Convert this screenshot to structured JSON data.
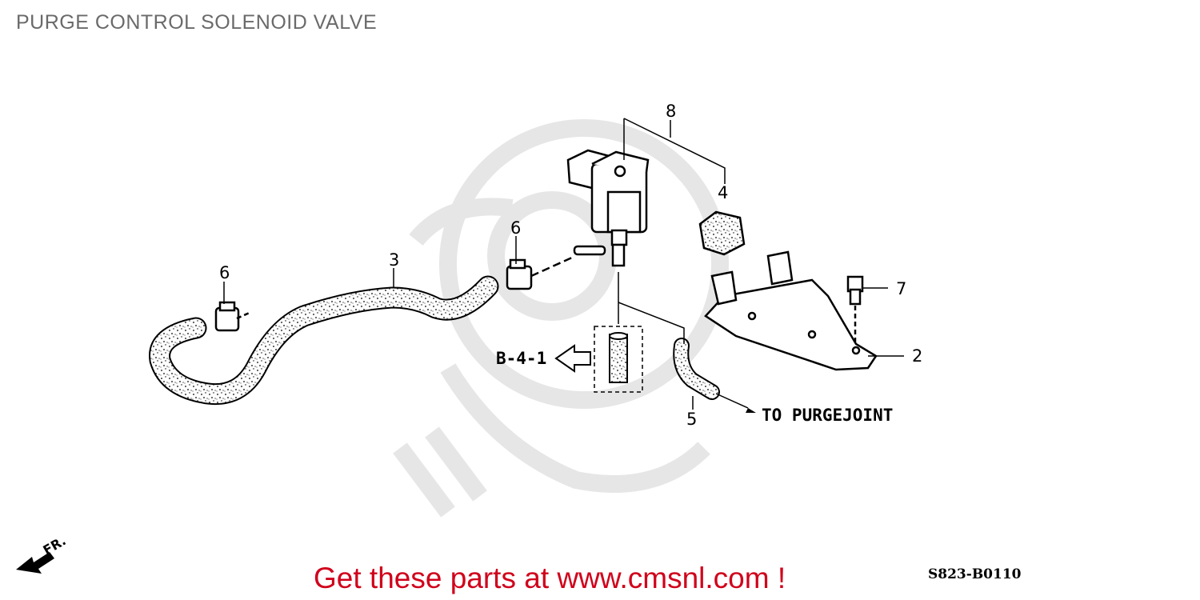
{
  "title": "PURGE CONTROL SOLENOID VALVE",
  "callouts": {
    "part_8": "8",
    "part_4": "4",
    "part_6_upper": "6",
    "part_6_left": "6",
    "part_3": "3",
    "part_7": "7",
    "part_2": "2",
    "part_5": "5"
  },
  "reference": "B-4-1",
  "to_label": "TO PURGEJOINT",
  "front_label": "FR.",
  "ad_text": "Get these parts at www.cmsnl.com !",
  "diagram_code": "S823-B0110",
  "colors": {
    "ad": "#d0021b",
    "title": "#6a6a6a",
    "watermark": "#e8e8e8"
  }
}
